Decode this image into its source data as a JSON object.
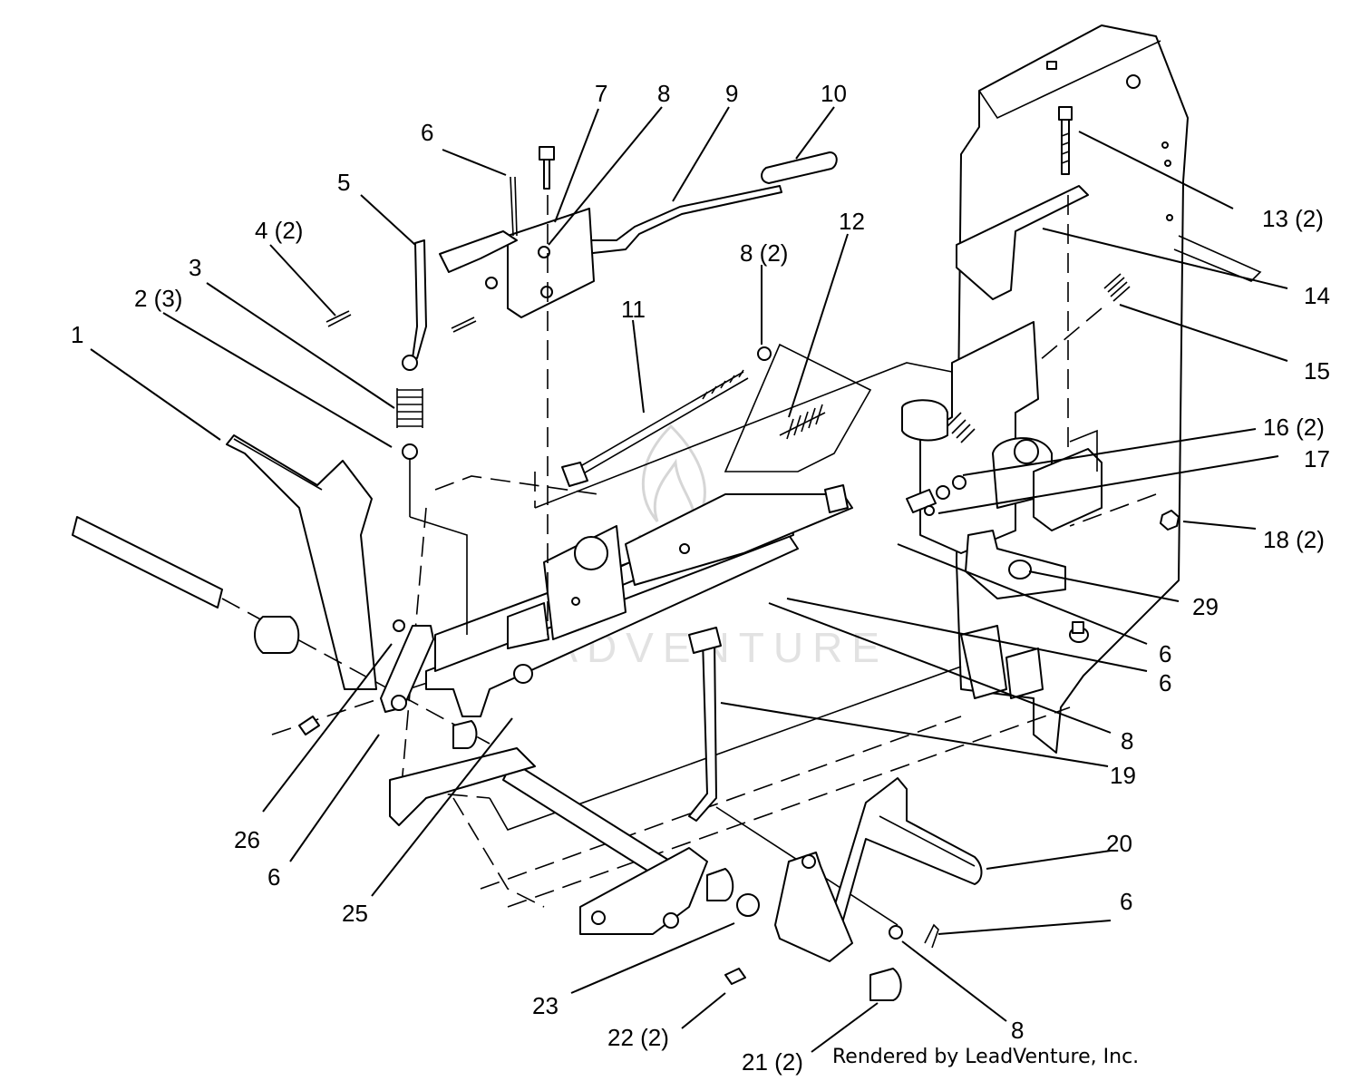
{
  "diagram": {
    "credit": "Rendered by LeadVenture, Inc.",
    "watermark_text": "LEADVENTURE",
    "callouts": [
      {
        "id": "c1",
        "text": "1"
      },
      {
        "id": "c2",
        "text": "2 (3)"
      },
      {
        "id": "c3",
        "text": "3"
      },
      {
        "id": "c4",
        "text": "4 (2)"
      },
      {
        "id": "c5",
        "text": "5"
      },
      {
        "id": "c6a",
        "text": "6"
      },
      {
        "id": "c7",
        "text": "7"
      },
      {
        "id": "c8a",
        "text": "8"
      },
      {
        "id": "c9",
        "text": "9"
      },
      {
        "id": "c10",
        "text": "10"
      },
      {
        "id": "c11",
        "text": "11"
      },
      {
        "id": "c8b",
        "text": "8 (2)"
      },
      {
        "id": "c12",
        "text": "12"
      },
      {
        "id": "c13",
        "text": "13 (2)"
      },
      {
        "id": "c14",
        "text": "14"
      },
      {
        "id": "c15",
        "text": "15"
      },
      {
        "id": "c16",
        "text": "16 (2)"
      },
      {
        "id": "c17",
        "text": "17"
      },
      {
        "id": "c18",
        "text": "18 (2)"
      },
      {
        "id": "c29",
        "text": "29"
      },
      {
        "id": "c6b",
        "text": "6"
      },
      {
        "id": "c6c",
        "text": "6"
      },
      {
        "id": "c8c",
        "text": "8"
      },
      {
        "id": "c19",
        "text": "19"
      },
      {
        "id": "c20",
        "text": "20"
      },
      {
        "id": "c6d",
        "text": "6"
      },
      {
        "id": "c8d",
        "text": "8"
      },
      {
        "id": "c21",
        "text": "21 (2)"
      },
      {
        "id": "c22",
        "text": "22 (2)"
      },
      {
        "id": "c23",
        "text": "23"
      },
      {
        "id": "c25",
        "text": "25"
      },
      {
        "id": "c6e",
        "text": "6"
      },
      {
        "id": "c26",
        "text": "26"
      }
    ]
  }
}
